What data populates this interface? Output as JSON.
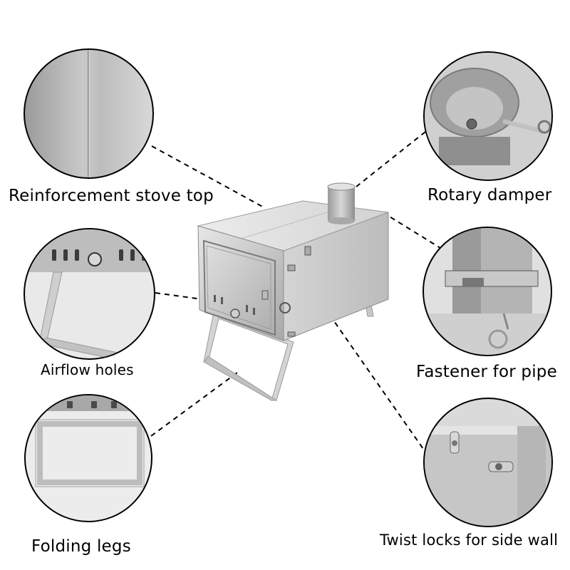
{
  "callouts": {
    "top_left": "Reinforcement stove top",
    "mid_left": "Airflow holes",
    "bottom_left": "Folding legs",
    "top_right": "Rotary damper",
    "mid_right": "Fastener for pipe",
    "bottom_right": "Twist locks for side wall"
  },
  "colors": {
    "steel_light": "#d9d9d9",
    "steel_mid": "#b8b8b8",
    "steel_dark": "#8c8c8c",
    "leader_line": "#000000"
  }
}
